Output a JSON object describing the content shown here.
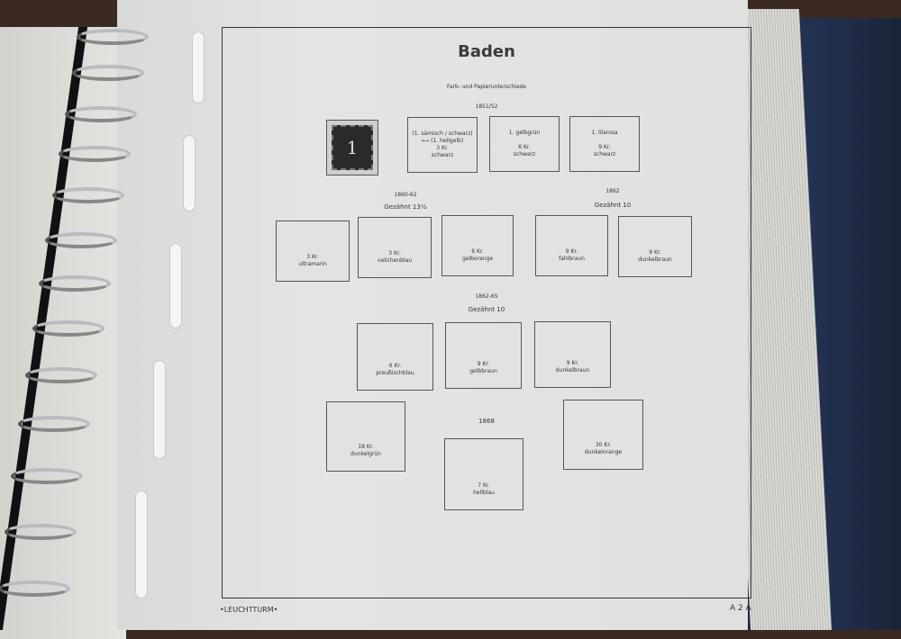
{
  "page": {
    "title": "Baden",
    "subtitle": "Farb- und Papierunterschiede",
    "footer_brand": "•LEUCHTTURM•",
    "page_number": "A 2 A"
  },
  "stamp_value": "1",
  "groups": {
    "g1": "1851/52",
    "g2_year": "1860-62",
    "g2_perf": "Gezähnt 13½",
    "g3_year": "1862",
    "g3_perf": "Gezähnt 10",
    "g4_year": "1862-65",
    "g4_perf": "Gezähnt 10",
    "g5_year": "1868"
  },
  "row1": [
    {
      "top": "(1. sämisch / schwarz) ⟷ (1. hellgelb)",
      "value": "3 Kr.",
      "color": "schwarz"
    },
    {
      "top": "1. gelbgrün",
      "value": "6 Kr.",
      "color": "schwarz"
    },
    {
      "top": "1. lilarosa",
      "value": "9 Kr.",
      "color": "schwarz"
    }
  ],
  "row2": [
    {
      "value": "3 Kr.",
      "color": "ultramarin"
    },
    {
      "value": "3 Kr.",
      "color": "veilchenblau"
    },
    {
      "value": "6 Kr.",
      "color": "gelborange"
    },
    {
      "value": "9 Kr.",
      "color": "fahlbraun"
    },
    {
      "value": "9 Kr.",
      "color": "dunkelbraun"
    }
  ],
  "row3": [
    {
      "value": "6 Kr.",
      "color": "preußischblau"
    },
    {
      "value": "9 Kr.",
      "color": "gelbbraun"
    },
    {
      "value": "9 Kr.",
      "color": "dunkelbraun"
    }
  ],
  "row4": [
    {
      "value": "18 Kr.",
      "color": "dunkelgrün"
    },
    {
      "value": "7 Kr.",
      "color": "hellblau"
    },
    {
      "value": "30 Kr.",
      "color": "dunkelorange"
    }
  ]
}
